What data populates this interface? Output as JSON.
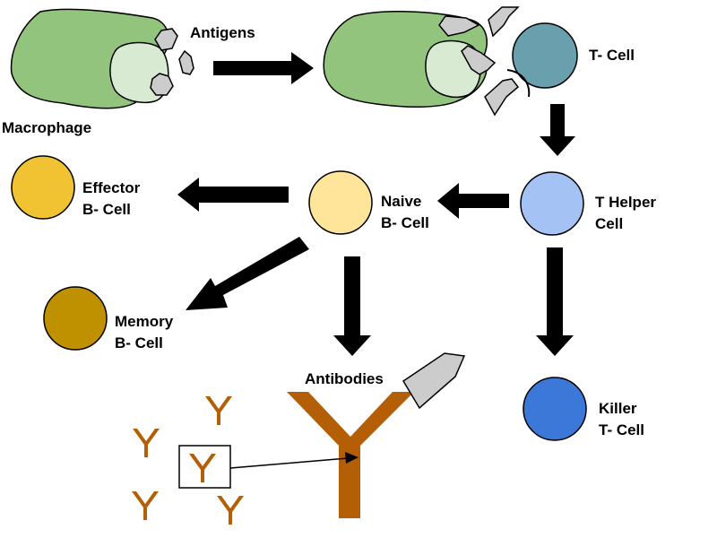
{
  "labels": {
    "antigens": "Antigens",
    "macrophage": "Macrophage",
    "t_cell": "T- Cell",
    "t_helper_line1": "T Helper",
    "t_helper_line2": "Cell",
    "naive_line1": "Naive",
    "naive_line2": "B- Cell",
    "effector_line1": "Effector",
    "effector_line2": "B- Cell",
    "memory_line1": "Memory",
    "memory_line2": "B- Cell",
    "antibodies": "Antibodies",
    "killer_line1": "Killer",
    "killer_line2": "T- Cell"
  },
  "colors": {
    "macrophage": "#93c47d",
    "macrophage_nucleus": "#d9ead3",
    "antigen": "#cccccc",
    "t_cell": "#6aa0ad",
    "t_helper": "#a4c2f4",
    "naive_b_cell": "#ffe599",
    "effector_b_cell": "#f1c232",
    "memory_b_cell": "#bf9000",
    "killer_t_cell": "#3c78d8",
    "antibody": "#b45f06",
    "arrow": "#000000"
  }
}
